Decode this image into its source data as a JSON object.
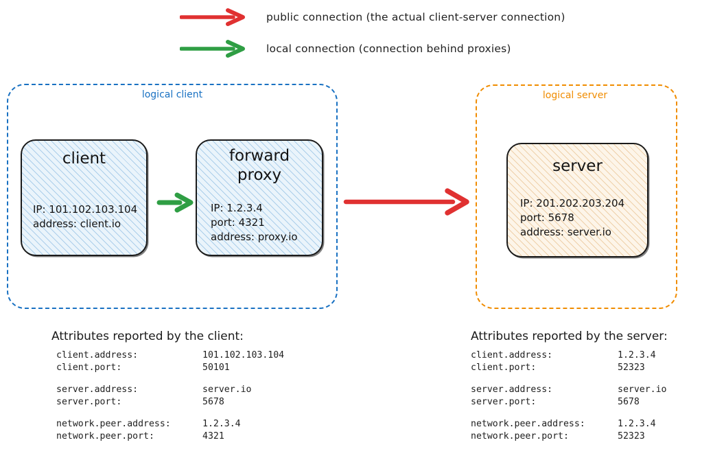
{
  "legend": {
    "items": [
      {
        "icon": "arrow-right-icon",
        "color": "#e03131",
        "label": "public connection (the actual client-server connection)"
      },
      {
        "icon": "arrow-right-icon",
        "color": "#2f9e44",
        "label": "local connection (connection behind proxies)"
      }
    ]
  },
  "diagram": {
    "logical_client": {
      "label": "logical client",
      "border_color": "#1971c2",
      "nodes": {
        "client": {
          "title": "client",
          "props": "IP: 101.102.103.104\naddress: client.io"
        },
        "forward_proxy": {
          "title": "forward\nproxy",
          "props": "IP: 1.2.3.4\nport: 4321\naddress: proxy.io"
        }
      }
    },
    "logical_server": {
      "label": "logical server",
      "border_color": "#f08c00",
      "nodes": {
        "server": {
          "title": "server",
          "props": "IP: 201.202.203.204\nport: 5678\naddress: server.io"
        }
      }
    },
    "connections": [
      {
        "name": "client-to-proxy",
        "type": "local",
        "color": "#2f9e44"
      },
      {
        "name": "proxy-to-server",
        "type": "public",
        "color": "#e03131"
      }
    ]
  },
  "attributes_client": {
    "heading": "Attributes reported by the client:",
    "groups": [
      [
        {
          "key": "client.address:",
          "value": "101.102.103.104"
        },
        {
          "key": "client.port:",
          "value": "50101"
        }
      ],
      [
        {
          "key": "server.address:",
          "value": "server.io"
        },
        {
          "key": "server.port:",
          "value": "5678"
        }
      ],
      [
        {
          "key": "network.peer.address:",
          "value": "1.2.3.4"
        },
        {
          "key": "network.peer.port:",
          "value": "4321"
        }
      ]
    ]
  },
  "attributes_server": {
    "heading": "Attributes reported by the server:",
    "groups": [
      [
        {
          "key": "client.address:",
          "value": "1.2.3.4"
        },
        {
          "key": "client.port:",
          "value": "52323"
        }
      ],
      [
        {
          "key": "server.address:",
          "value": "server.io"
        },
        {
          "key": "server.port:",
          "value": "5678"
        }
      ],
      [
        {
          "key": "network.peer.address:",
          "value": "1.2.3.4"
        },
        {
          "key": "network.peer.port:",
          "value": "52323"
        }
      ]
    ]
  }
}
